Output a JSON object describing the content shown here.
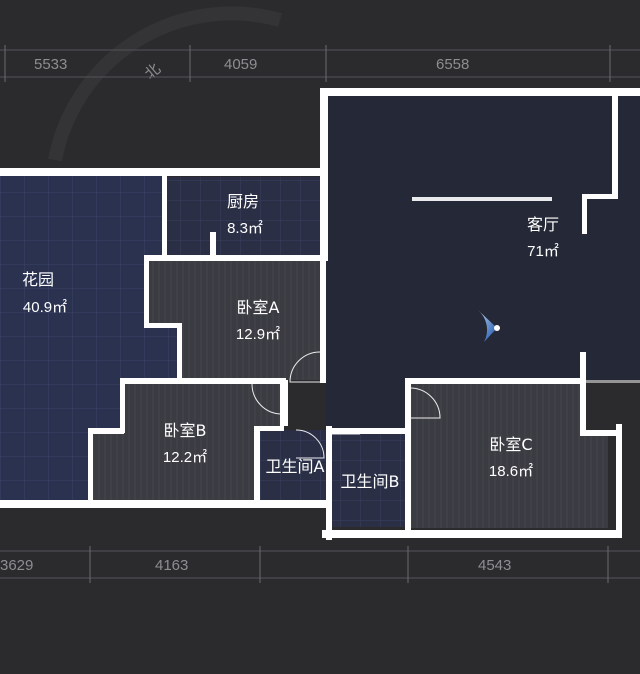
{
  "compass": {
    "label": "北"
  },
  "dimensions": {
    "top": [
      "5533",
      "4059",
      "6558"
    ],
    "bottom": [
      "3629",
      "4163",
      "4543"
    ]
  },
  "rooms": [
    {
      "id": "garden",
      "name": "花园",
      "area": "40.9㎡"
    },
    {
      "id": "kitchen",
      "name": "厨房",
      "area": "8.3㎡"
    },
    {
      "id": "living",
      "name": "客厅",
      "area": "71㎡"
    },
    {
      "id": "bedroom-a",
      "name": "卧室A",
      "area": "12.9㎡"
    },
    {
      "id": "bedroom-b",
      "name": "卧室B",
      "area": "12.2㎡"
    },
    {
      "id": "bathroom-a",
      "name": "卫生间A",
      "area": ""
    },
    {
      "id": "bathroom-b",
      "name": "卫生间B",
      "area": ""
    },
    {
      "id": "bedroom-c",
      "name": "卧室C",
      "area": "18.6㎡"
    }
  ],
  "colors": {
    "background": "#2b2b2d",
    "floor_dark": "#252836",
    "floor_garden": "#2a3250",
    "floor_wood": "#3a3a40",
    "wall": "#ffffff",
    "view_cone": "#6fb7ff"
  }
}
